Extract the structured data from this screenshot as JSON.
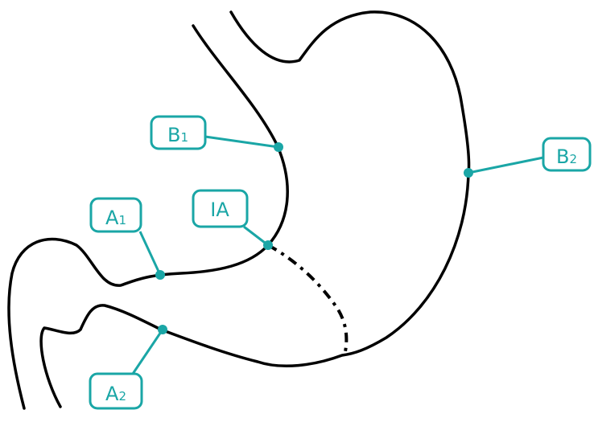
{
  "accent_color": "#1aa6a6",
  "outline_color": "#000000",
  "labels": {
    "b1": {
      "main": "B",
      "sub": "1"
    },
    "b2": {
      "main": "B",
      "sub": "2"
    },
    "a1": {
      "main": "A",
      "sub": "1"
    },
    "a2": {
      "main": "A",
      "sub": "2"
    },
    "ia": {
      "main": "IA",
      "sub": ""
    }
  }
}
